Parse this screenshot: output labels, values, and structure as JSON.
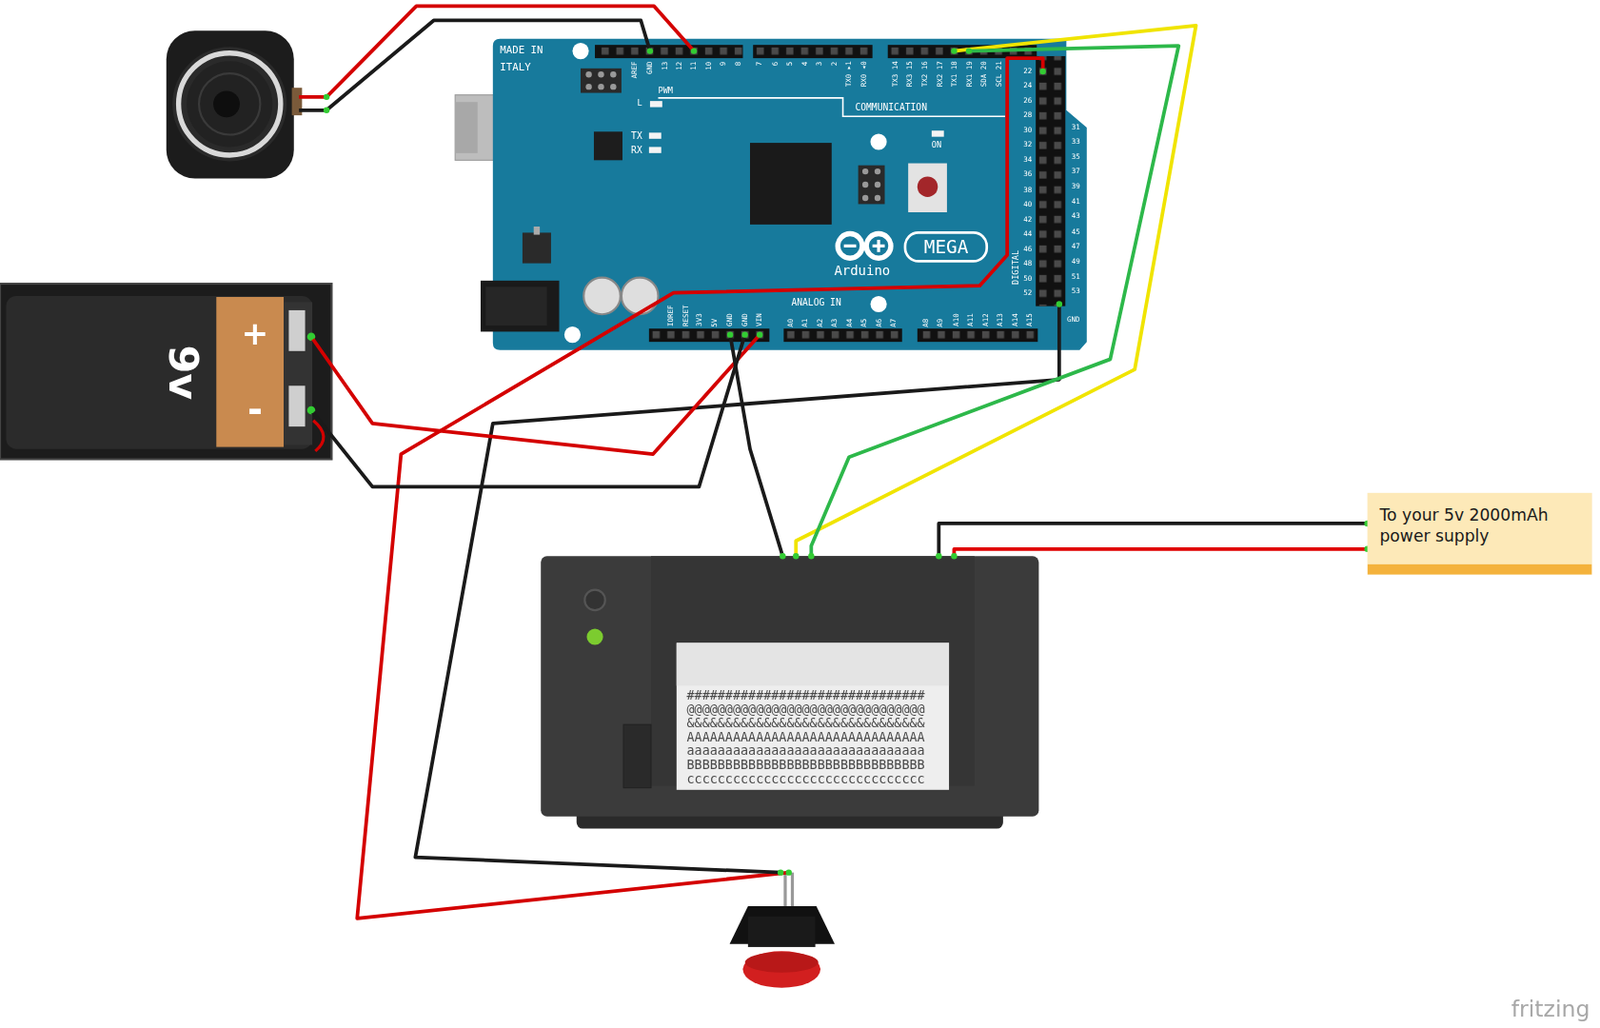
{
  "diagram": {
    "nodes": [
      {
        "text": [
          "MADE IN",
          "ITALY",
          "AREF",
          "GND",
          "13",
          "12",
          "11",
          "10",
          "9",
          "8",
          "7",
          "6",
          "5",
          "4",
          "3",
          "2",
          "TX0 ▸1",
          "RX0 ◂0",
          "TX3 14",
          "RX3 15",
          "TX2 16",
          "RX2 17",
          "TX1 18",
          "RX1 19",
          "SDA 20",
          "SCL 21",
          "PWM",
          "L",
          "TX",
          "RX",
          "COMMUNICATION",
          "ON",
          "MEGA",
          "Arduino",
          "ANALOG IN",
          "IOREF",
          "RESET",
          "3V3",
          "5V",
          "GND",
          "GND",
          "VIN",
          "A0",
          "A1",
          "A2",
          "A3",
          "A4",
          "A5",
          "A6",
          "A7",
          "A8",
          "A9",
          "A10",
          "A11",
          "A12",
          "A13",
          "A14",
          "A15",
          "DIGITAL",
          "GND",
          "22",
          "24",
          "26",
          "28",
          "30",
          "32",
          "34",
          "36",
          "38",
          "40",
          "42",
          "44",
          "46",
          "48",
          "50",
          "52",
          "31",
          "33",
          "35",
          "37",
          "39",
          "41",
          "43",
          "45",
          "47",
          "49",
          "51",
          "53"
        ]
      },
      {
        "text": [
          "9v",
          "+",
          "-"
        ]
      },
      {
        "text": [
          "###############################",
          "@@@@@@@@@@@@@@@@@@@@@@@@@@@@@@@",
          "&&&&&&&&&&&&&&&&&&&&&&&&&&&&&&&",
          "AAAAAAAAAAAAAAAAAAAAAAAAAAAAAAA",
          "aaaaaaaaaaaaaaaaaaaaaaaaaaaaaaa",
          "BBBBBBBBBBBBBBBBBBBBBBBBBBBBBBB",
          "ccccccccccccccccccccccccccccccc"
        ]
      },
      {
        "text": [
          "To your 5v 2000mAh power supply"
        ]
      }
    ],
    "edges": [
      {
        "from": 1,
        "to": 0,
        "arrow": "none"
      },
      {
        "from": 1,
        "to": 0,
        "arrow": "none"
      },
      {
        "from": 2,
        "to": 0,
        "arrow": "none"
      },
      {
        "from": 2,
        "to": 0,
        "arrow": "none"
      },
      {
        "from": 2,
        "to": 0,
        "arrow": "none"
      },
      {
        "from": 2,
        "to": 3,
        "arrow": "none"
      },
      {
        "from": 2,
        "to": 3,
        "arrow": "none"
      }
    ],
    "labels": [
      "fritzing"
    ]
  }
}
